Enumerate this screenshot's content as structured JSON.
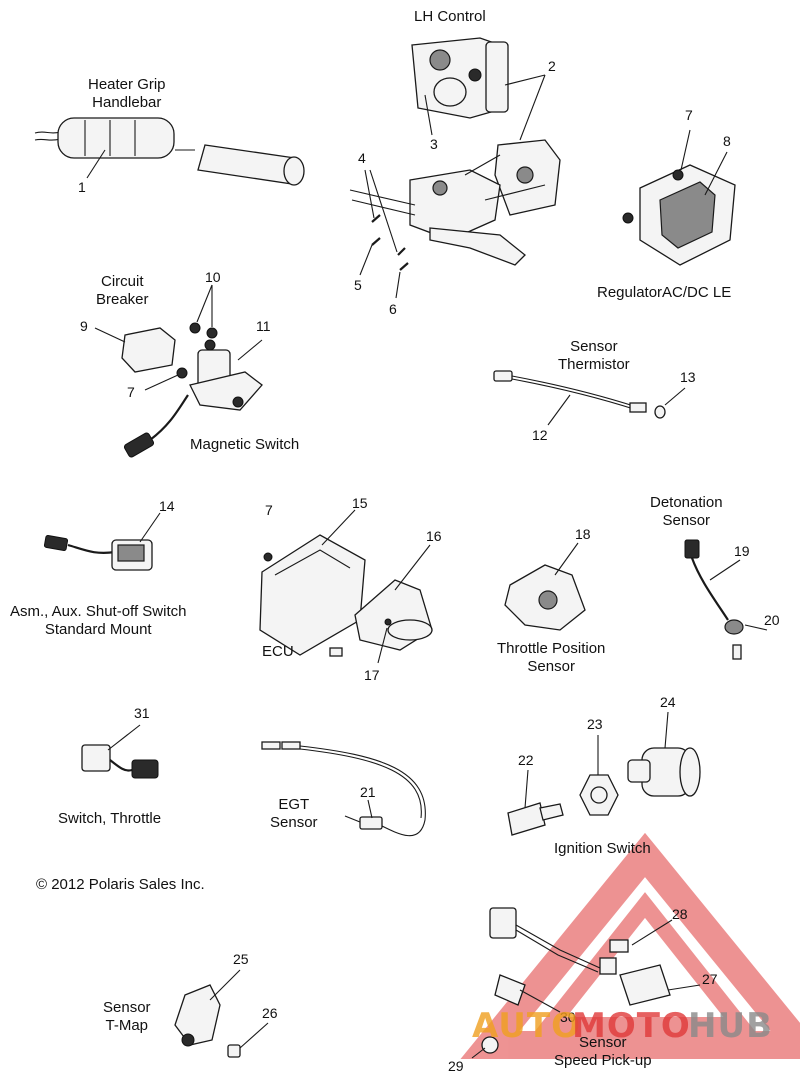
{
  "labels": {
    "heater_grip": "Heater Grip\nHandlebar",
    "lh_control": "LH Control",
    "regulator": "RegulatorAC/DC LE",
    "circuit_breaker": "Circuit\nBreaker",
    "magnetic_switch": "Magnetic Switch",
    "sensor_thermistor": "Sensor\nThermistor",
    "aux_shutoff": "Asm., Aux. Shut-off Switch\nStandard Mount",
    "ecu": "ECU",
    "detonation_sensor": "Detonation\nSensor",
    "throttle_position": "Throttle Position\nSensor",
    "switch_throttle": "Switch, Throttle",
    "egt_sensor": "EGT\nSensor",
    "ignition_switch": "Ignition Switch",
    "sensor_tmap": "Sensor\nT-Map",
    "speed_pickup": "Sensor\nSpeed Pick-up"
  },
  "copyright": "© 2012 Polaris Sales Inc.",
  "numbers": {
    "n1": "1",
    "n2": "2",
    "n3": "3",
    "n4": "4",
    "n5": "5",
    "n6": "6",
    "n7a": "7",
    "n7b": "7",
    "n7c": "7",
    "n8": "8",
    "n9": "9",
    "n10": "10",
    "n11": "11",
    "n12": "12",
    "n13": "13",
    "n14": "14",
    "n15": "15",
    "n16": "16",
    "n17": "17",
    "n18": "18",
    "n19": "19",
    "n20": "20",
    "n21": "21",
    "n22": "22",
    "n23": "23",
    "n24": "24",
    "n25": "25",
    "n26": "26",
    "n27": "27",
    "n28": "28",
    "n29": "29",
    "n30": "30",
    "n31": "31"
  },
  "watermark": {
    "part1": "AUTO",
    "part2": "MOTO",
    "part3": "HUB"
  },
  "colors": {
    "watermark_red": "#e03a3a",
    "watermark_orange": "#f0a020",
    "watermark_gray": "#8a8a8a"
  }
}
